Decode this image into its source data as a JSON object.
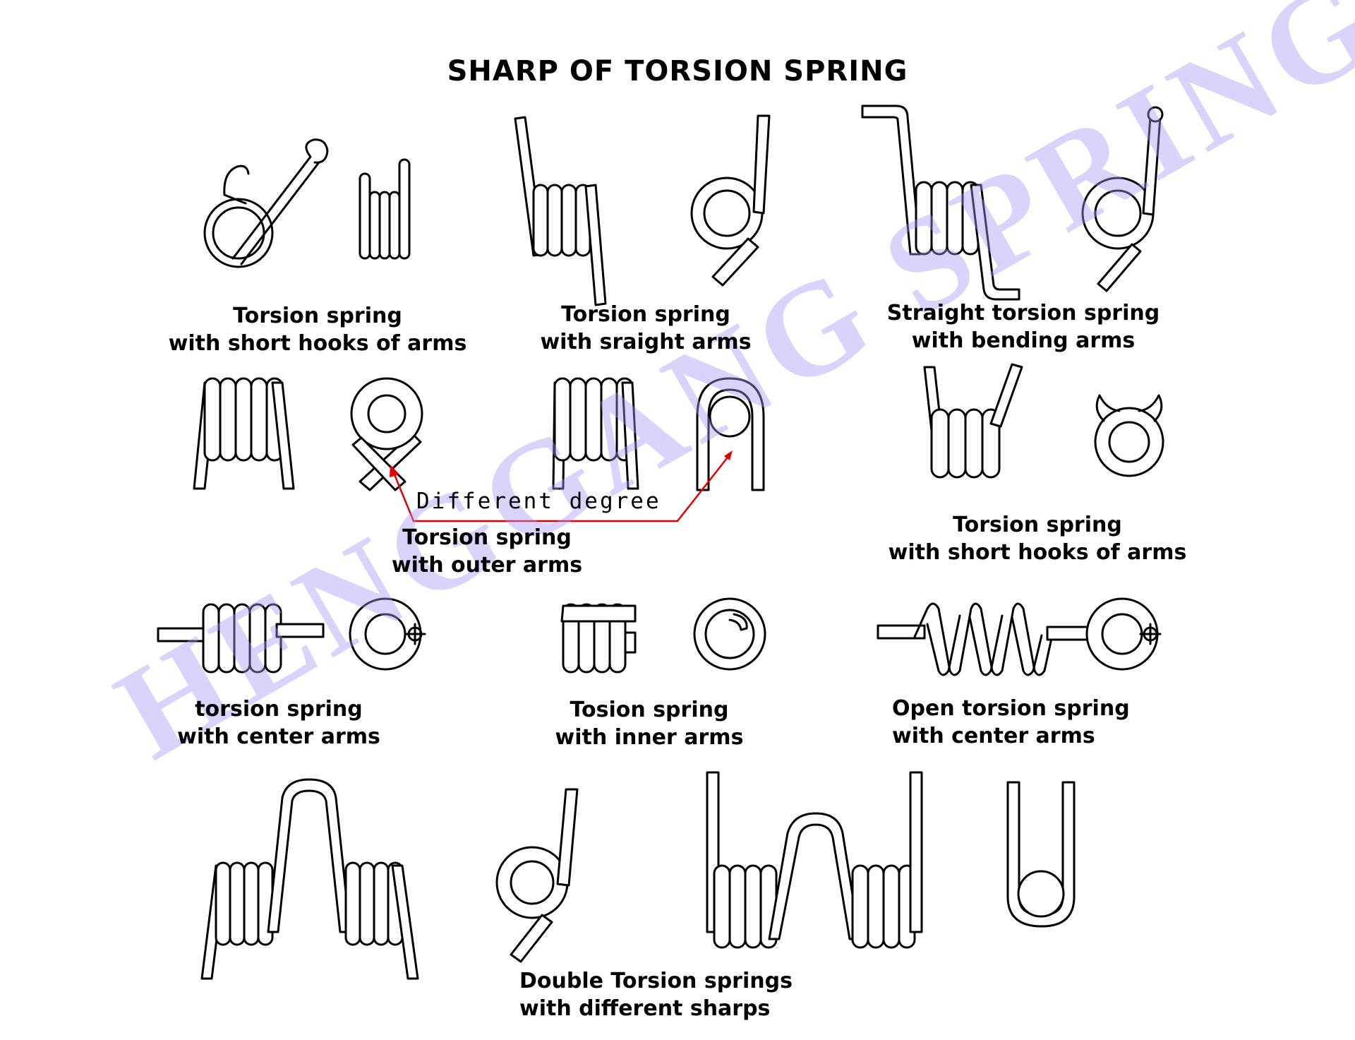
{
  "title": "SHARP OF  TORSION SPRING",
  "note": "Different degree",
  "watermark": "HENGGANG SPRING",
  "captions": [
    {
      "line1": "Torsion spring",
      "line2": "with short hooks of arms"
    },
    {
      "line1": "Torsion spring",
      "line2": "with sraight arms"
    },
    {
      "line1": "Straight torsion spring",
      "line2": "with bending arms"
    },
    {
      "line1": "Torsion spring",
      "line2": "with outer arms"
    },
    {
      "line1": "Torsion spring",
      "line2": "with short hooks of arms"
    },
    {
      "line1": "torsion spring",
      "line2": "with center arms"
    },
    {
      "line1": "Tosion spring",
      "line2": "with inner arms"
    },
    {
      "line1": "Open torsion spring",
      "line2": "with center arms"
    },
    {
      "line1": "Double Torsion springs",
      "line2": "with different sharps"
    }
  ],
  "colors": {
    "line": "#000000",
    "pointer": "#e00000",
    "watermark": "#aa96f5"
  }
}
